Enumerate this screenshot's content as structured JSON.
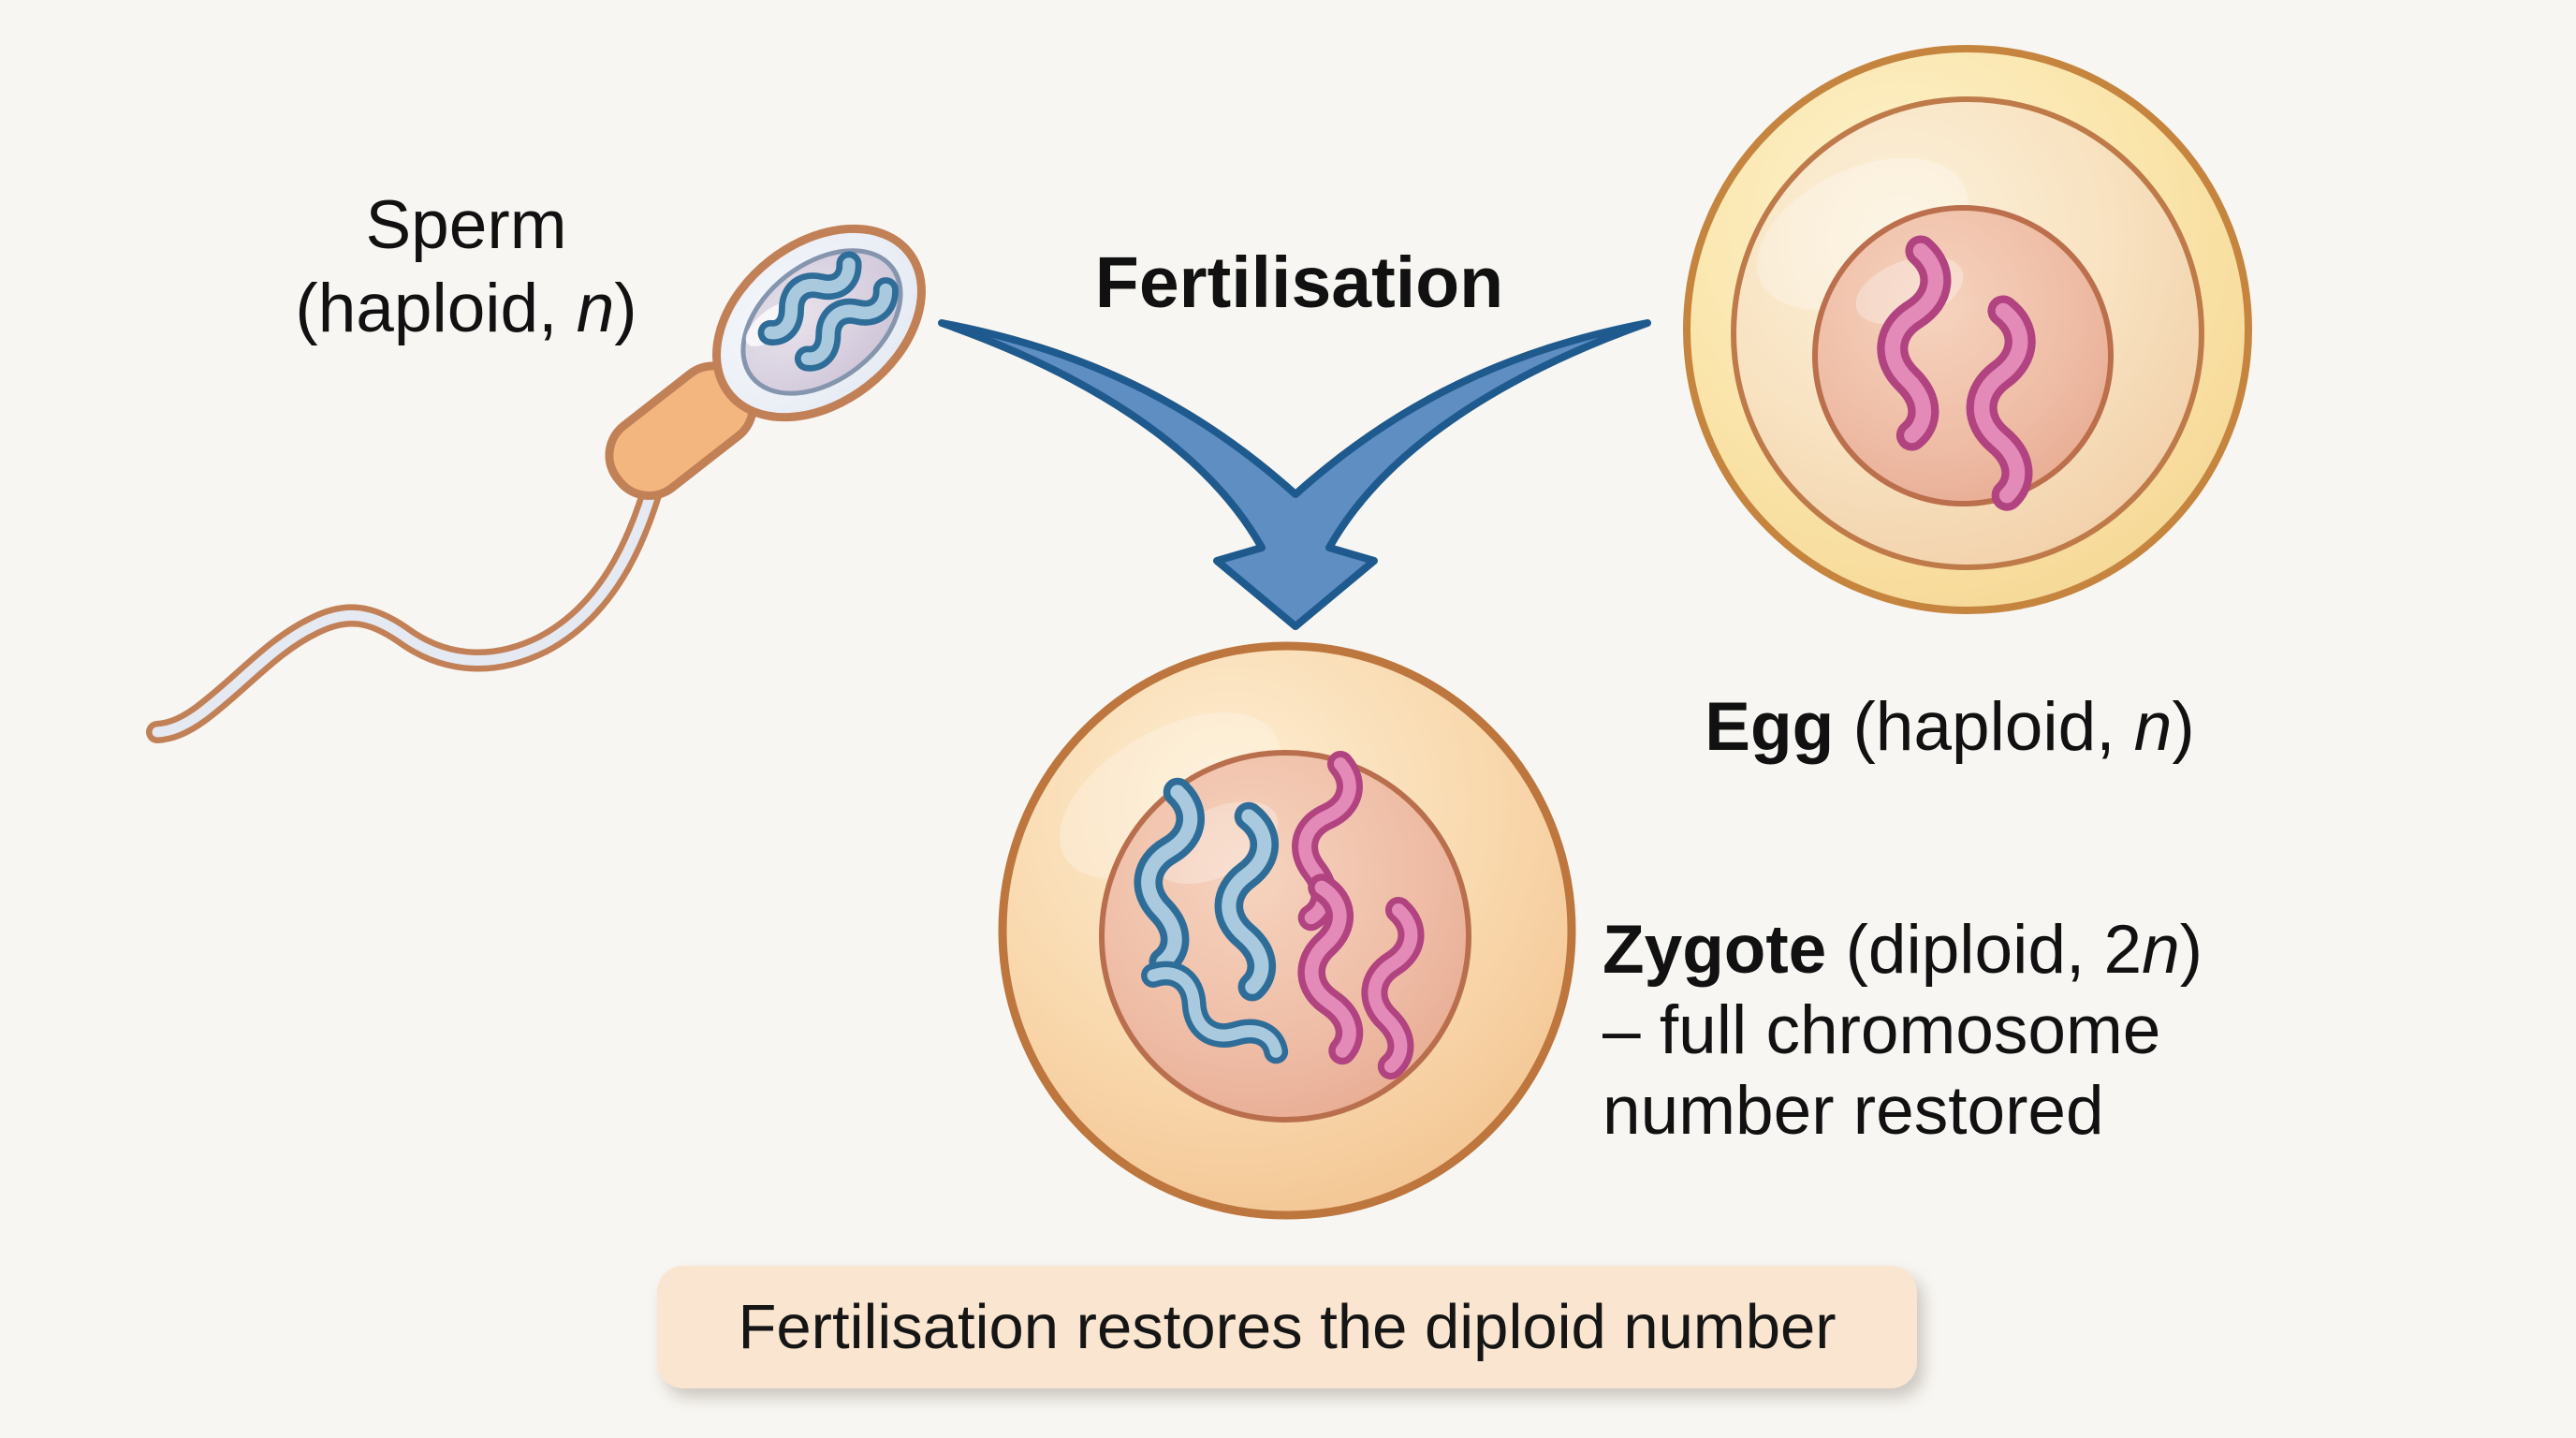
{
  "diagram": {
    "background_color": "#f8f6f2",
    "process_label": "Fertilisation",
    "caption": "Fertilisation restores the diploid number",
    "caption_bg_color": "#fae5d0",
    "sperm": {
      "label_line1": "Sperm",
      "label_pre": "(haploid, ",
      "label_n": "n",
      "label_post": ")",
      "chromosome_count": 2,
      "chromosome_color_name": "blue",
      "chromosome_fill": "#a9cade",
      "chromosome_outline": "#2f6d99",
      "membrane_outline": "#c28057",
      "head_fill": "#ecf0f7",
      "nucleus_fill": "#d6cede",
      "midpiece_fill": "#f4b67f"
    },
    "egg": {
      "label_name": "Egg",
      "label_pre": " (haploid, ",
      "label_n": "n",
      "label_post": ")",
      "chromosome_count": 2,
      "chromosome_color_name": "pink",
      "chromosome_fill": "#e38ab8",
      "chromosome_outline": "#b04380",
      "zona_fill": "#fae3a6",
      "membrane_outline": "#c6853f",
      "cytoplasm_fill": "#f6dfbd",
      "nucleus_fill": "#eeb89f"
    },
    "zygote": {
      "label_name": "Zygote",
      "label_pre": " (diploid, 2",
      "label_n": "n",
      "label_post": ")",
      "label_line2": "– full chromosome",
      "label_line3": "number restored",
      "chromosomes_blue": 3,
      "chromosomes_pink": 3,
      "outer_fill": "#f8d6a9",
      "membrane_outline": "#bd763d",
      "nucleus_fill": "#eeb9a0"
    },
    "arrow": {
      "icon": "merge-arrow-icon",
      "fill": "#5e8ec2",
      "outline": "#1f5a8e"
    }
  }
}
